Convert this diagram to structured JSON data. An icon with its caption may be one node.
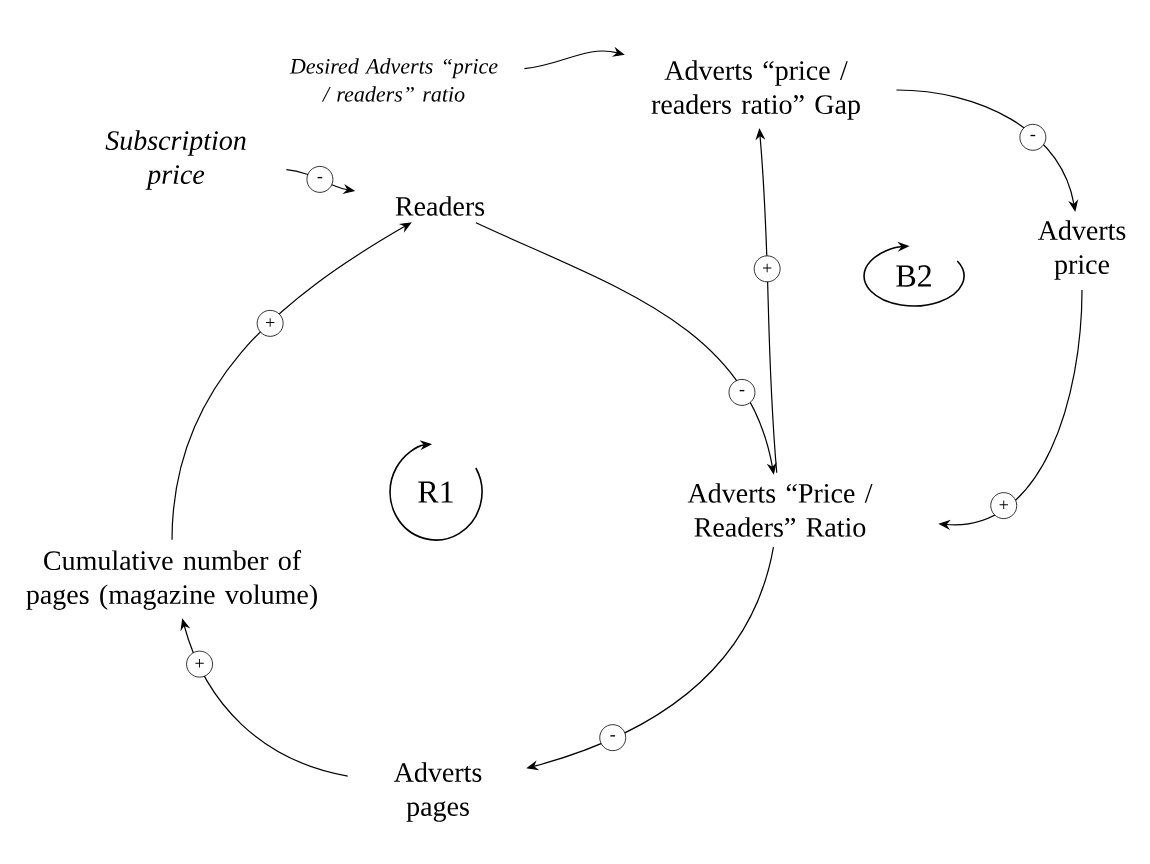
{
  "diagram": {
    "nodes": [
      {
        "text": [
          "Desired Adverts “price / readers” ratio"
        ]
      },
      {
        "text": [
          "Subscription price"
        ]
      },
      {
        "text": [
          "Readers"
        ]
      },
      {
        "text": [
          "Adverts “price / readers ratio” Gap"
        ]
      },
      {
        "text": [
          "Adverts price"
        ]
      },
      {
        "text": [
          "Cumulative number of pages (magazine volume)"
        ]
      },
      {
        "text": [
          "Adverts “Price / Readers” Ratio"
        ]
      },
      {
        "text": [
          "Adverts pages"
        ]
      }
    ],
    "edges": [
      {
        "from": 0,
        "to": 3,
        "arrow": "to"
      },
      {
        "from": 1,
        "to": 2,
        "arrow": "to",
        "label": "-"
      },
      {
        "from": 3,
        "to": 4,
        "arrow": "to",
        "label": "-"
      },
      {
        "from": 2,
        "to": 6,
        "arrow": "to",
        "label": "-"
      },
      {
        "from": 6,
        "to": 3,
        "arrow": "to",
        "label": "+"
      },
      {
        "from": 4,
        "to": 6,
        "arrow": "to",
        "label": "+"
      },
      {
        "from": 6,
        "to": 7,
        "arrow": "to",
        "label": "-"
      },
      {
        "from": 7,
        "to": 5,
        "arrow": "to",
        "label": "+"
      },
      {
        "from": 5,
        "to": 2,
        "arrow": "to",
        "label": "+"
      }
    ],
    "labels": [
      "B2",
      "R1"
    ]
  }
}
